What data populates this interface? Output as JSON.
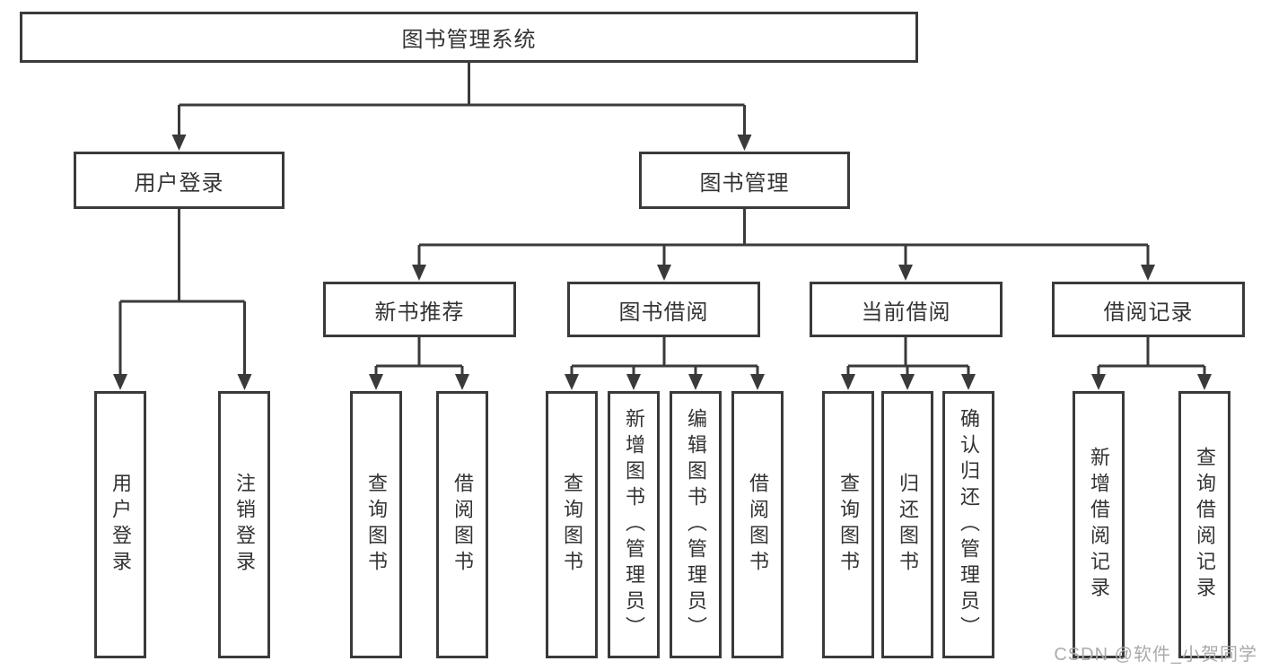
{
  "tree": {
    "root": {
      "label": "图书管理系统"
    },
    "children": [
      {
        "label": "用户登录",
        "children": [
          {
            "label": "用户登录"
          },
          {
            "label": "注销登录"
          }
        ]
      },
      {
        "label": "图书管理",
        "children": [
          {
            "label": "新书推荐",
            "children": [
              {
                "label": "查询图书"
              },
              {
                "label": "借阅图书"
              }
            ]
          },
          {
            "label": "图书借阅",
            "children": [
              {
                "label": "查询图书"
              },
              {
                "label": "新增图书（管理员）"
              },
              {
                "label": "编辑图书（管理员）"
              },
              {
                "label": "借阅图书"
              }
            ]
          },
          {
            "label": "当前借阅",
            "children": [
              {
                "label": "查询图书"
              },
              {
                "label": "归还图书"
              },
              {
                "label": "确认归还（管理员）"
              }
            ]
          },
          {
            "label": "借阅记录",
            "children": [
              {
                "label": "新增借阅记录"
              },
              {
                "label": "查询借阅记录"
              }
            ]
          }
        ]
      }
    ]
  },
  "watermark": {
    "text": "CSDN @软件_小贺同学"
  },
  "colors": {
    "line": "#3a3a3a",
    "box_border": "#3a3a3a",
    "text": "#333333",
    "watermark": "#ababab",
    "background": "#ffffff"
  }
}
